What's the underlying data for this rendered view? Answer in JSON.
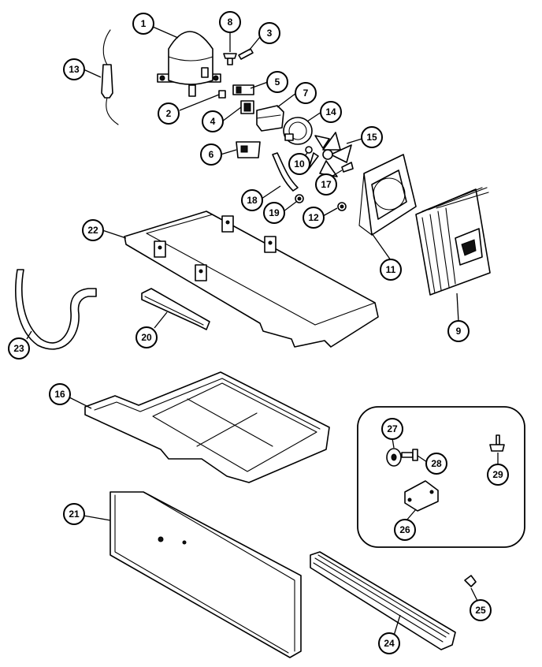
{
  "callouts": {
    "c1": "1",
    "c2": "2",
    "c3": "3",
    "c4": "4",
    "c5": "5",
    "c6": "6",
    "c7": "7",
    "c8": "8",
    "c9": "9",
    "c10": "10",
    "c11": "11",
    "c12": "12",
    "c13": "13",
    "c14": "14",
    "c15": "15",
    "c16": "16",
    "c17": "17",
    "c18": "18",
    "c19": "19",
    "c20": "20",
    "c21": "21",
    "c22": "22",
    "c23": "23",
    "c24": "24",
    "c25": "25",
    "c26": "26",
    "c27": "27",
    "c28": "28",
    "c29": "29"
  }
}
